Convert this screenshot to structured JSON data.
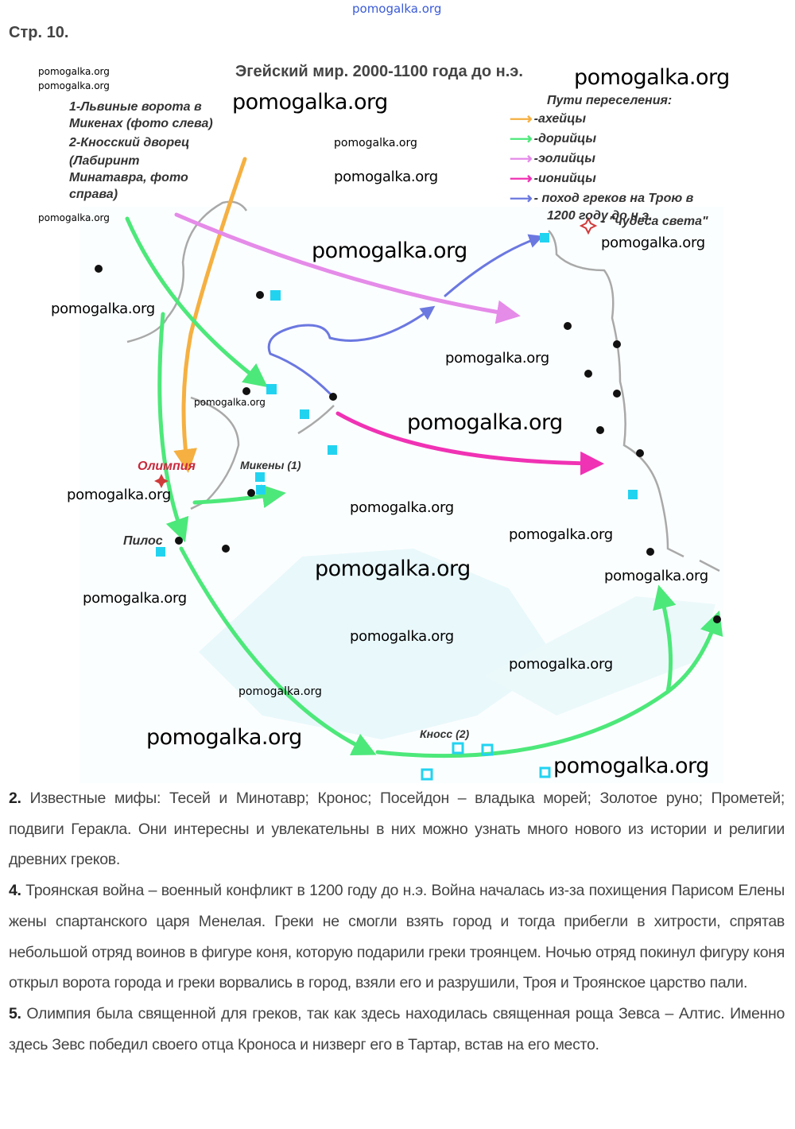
{
  "header": {
    "top_watermark": "pomogalka.org",
    "page_label": "Стр. 10."
  },
  "map": {
    "title": "Эгейский мир. 2000-1100 года до н.э.",
    "notes": [
      "1-Львиные ворота в",
      "Микенах (фото слева)",
      "2-Кносский дворец",
      "(Лабиринт",
      "Минатавра, фото",
      "справа)"
    ],
    "legend": {
      "heading": "Пути переселения:",
      "items": [
        {
          "label": "-ахейцы",
          "color": "#f5b041"
        },
        {
          "label": "-дорийцы",
          "color": "#4de87a"
        },
        {
          "label": "-эолийцы",
          "color": "#e58be8"
        },
        {
          "label": "-ионийцы",
          "color": "#f032b4"
        },
        {
          "label": "- поход греков на Трою в",
          "color": "#6b78e0"
        }
      ],
      "troy_line2": "1200 году до н.э.",
      "wonders": "- \"чудеса света\""
    },
    "places": {
      "olympia": "Олимпия",
      "mycenae": "Микены (1)",
      "pylos": "Пилос",
      "knossos": "Кносс (2)"
    }
  },
  "watermarks": [
    "pomogalka.org"
  ],
  "answers": [
    {
      "num": "2.",
      "text": " Известные мифы: Тесей и Минотавр; Кронос; Посейдон – владыка морей; Золотое руно; Прометей; подвиги Геракла. Они интересны и увлекательны в них можно узнать много нового из истории и религии древних греков."
    },
    {
      "num": "4.",
      "text": " Троянская война – военный конфликт в 1200 году до н.э. Война началась из-за похищения Парисом Елены жены спартанского царя Менелая. Греки не смогли взять город и тогда прибегли в хитрости, спрятав небольшой отряд воинов в фигуре коня, которую подарили греки троянцем. Ночью отряд покинул фигуру коня открыл ворота города и греки ворвались в город, взяли его и разрушили, Троя и Троянское царство пали."
    },
    {
      "num": "5.",
      "text": " Олимпия была священной для греков, так как здесь находилась священная роща Зевса – Алтис. Именно здесь Зевс победил своего отца Кроноса и низверг его в Тартар, встав на его место."
    }
  ]
}
